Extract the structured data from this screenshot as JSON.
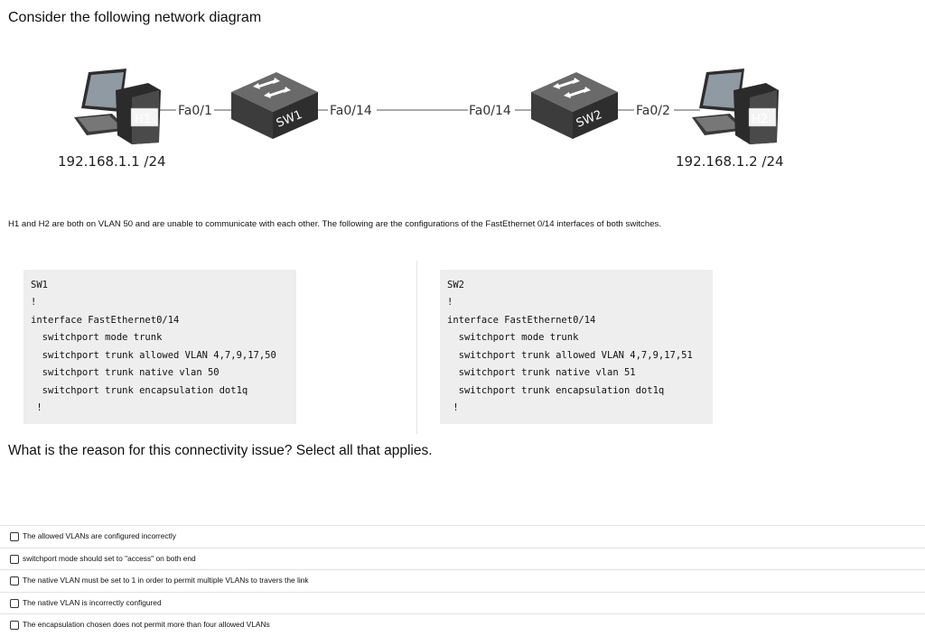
{
  "title": "Consider the following network diagram",
  "diagram": {
    "h1_label": "H1",
    "h2_label": "H2",
    "sw1_label": "SW1",
    "sw2_label": "SW2",
    "port_h1": "Fa0/1",
    "port_sw1": "Fa0/14",
    "port_sw2": "Fa0/14",
    "port_h2": "Fa0/2",
    "h1_ip": "192.168.1.1 /24",
    "h2_ip": "192.168.1.2 /24",
    "colors": {
      "switch_body": "#3c3c3c",
      "switch_top": "#6a6a6a",
      "link": "#555555"
    }
  },
  "description": "H1 and H2 are both on VLAN 50 and are unable to communicate with each other. The following are the configurations of the FastEthernet 0/14 interfaces of both switches.",
  "configs": {
    "sw1": [
      "SW1",
      "!",
      "interface FastEthernet0/14",
      "  switchport mode trunk",
      "  switchport trunk allowed VLAN 4,7,9,17,50",
      "  switchport trunk native vlan 50",
      "  switchport trunk encapsulation dot1q",
      " !"
    ],
    "sw2": [
      "SW2",
      "!",
      "interface FastEthernet0/14",
      "  switchport mode trunk",
      "  switchport trunk allowed VLAN 4,7,9,17,51",
      "  switchport trunk native vlan 51",
      "  switchport trunk encapsulation dot1q",
      " !"
    ]
  },
  "question": "What is the reason for this connectivity issue? Select all that applies.",
  "options": [
    {
      "label": "The allowed VLANs are configured incorrectly",
      "checked": false
    },
    {
      "label": "switchport mode should set to \"access\" on both end",
      "checked": false
    },
    {
      "label": "The native VLAN must be set to 1 in order to permit multiple VLANs to travers the link",
      "checked": false
    },
    {
      "label": "The native VLAN is incorrectly configured",
      "checked": false
    },
    {
      "label": "The encapsulation chosen does not permit more than four allowed VLANs",
      "checked": false
    }
  ]
}
